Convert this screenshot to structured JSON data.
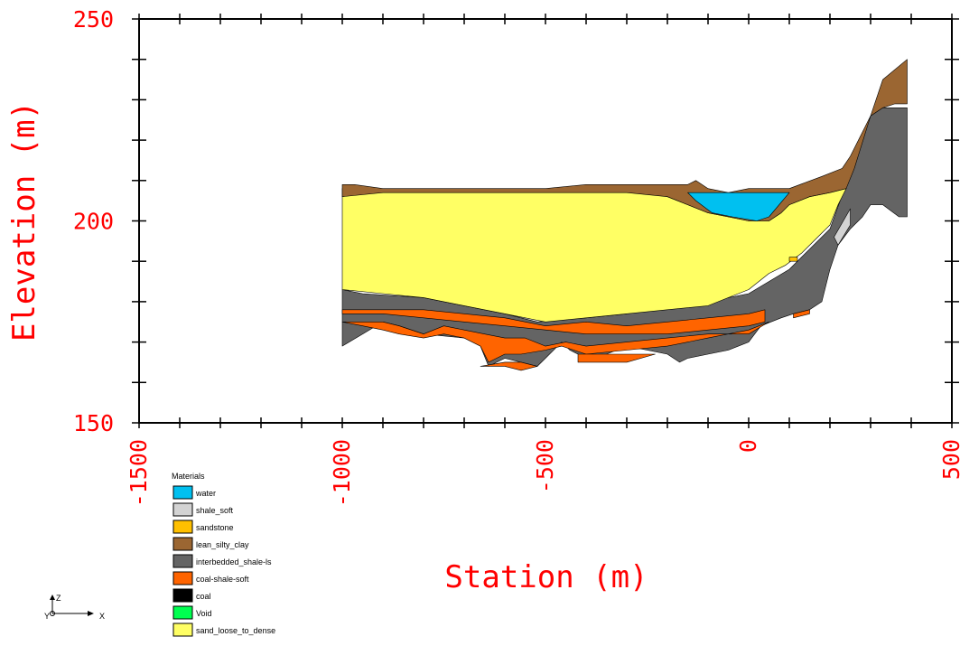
{
  "chart_data": {
    "type": "area",
    "title": "",
    "xlabel": "Station (m)",
    "ylabel": "Elevation (m)",
    "xlim": [
      -1500,
      500
    ],
    "ylim": [
      150,
      250
    ],
    "x_ticks": [
      "-1500",
      "-1000",
      "-500",
      "0",
      "500"
    ],
    "y_ticks": [
      "150",
      "200",
      "250"
    ],
    "axis_color": "#ff0000",
    "legend": {
      "title": "Materials",
      "placement": "bottom-left",
      "items": [
        {
          "name": "water",
          "color": "#00c0f0"
        },
        {
          "name": "shale_soft",
          "color": "#d3d3d3"
        },
        {
          "name": "sandstone",
          "color": "#ffc000"
        },
        {
          "name": "lean_silty_clay",
          "color": "#9b6632"
        },
        {
          "name": "interbedded_shale-ls",
          "color": "#646464"
        },
        {
          "name": "coal-shale-soft",
          "color": "#ff6400"
        },
        {
          "name": "coal",
          "color": "#000000"
        },
        {
          "name": "Void",
          "color": "#00ff50"
        },
        {
          "name": "sand_loose_to_dense",
          "color": "#ffff64"
        }
      ]
    },
    "layers": [
      {
        "material": "interbedded_shale-ls",
        "color": "#646464",
        "points": [
          [
            -1000,
            169
          ],
          [
            -1000,
            183
          ],
          [
            -950,
            182
          ],
          [
            -800,
            181
          ],
          [
            -700,
            179
          ],
          [
            -600,
            177
          ],
          [
            -520,
            175
          ],
          [
            -400,
            176
          ],
          [
            -300,
            177
          ],
          [
            -200,
            179
          ],
          [
            -100,
            180
          ],
          [
            0,
            182
          ],
          [
            100,
            188
          ],
          [
            200,
            198
          ],
          [
            250,
            212
          ],
          [
            300,
            226
          ],
          [
            330,
            228
          ],
          [
            390,
            228
          ],
          [
            390,
            201
          ],
          [
            370,
            201
          ],
          [
            330,
            204
          ],
          [
            300,
            204
          ],
          [
            280,
            201
          ],
          [
            250,
            198
          ],
          [
            220,
            194
          ],
          [
            200,
            188
          ],
          [
            180,
            180
          ],
          [
            150,
            178
          ],
          [
            110,
            177
          ],
          [
            80,
            176
          ],
          [
            30,
            174
          ],
          [
            0,
            170
          ],
          [
            -50,
            168
          ],
          [
            -100,
            167
          ],
          [
            -150,
            166
          ],
          [
            -170,
            165
          ],
          [
            -200,
            167
          ],
          [
            -250,
            168
          ],
          [
            -300,
            169
          ],
          [
            -350,
            167
          ],
          [
            -400,
            166
          ],
          [
            -440,
            168
          ],
          [
            -460,
            170
          ],
          [
            -470,
            169
          ],
          [
            -500,
            166
          ],
          [
            -520,
            164
          ],
          [
            -560,
            165
          ],
          [
            -600,
            166
          ],
          [
            -640,
            164
          ],
          [
            -660,
            169
          ],
          [
            -700,
            171
          ],
          [
            -800,
            172
          ],
          [
            -860,
            174
          ],
          [
            -900,
            175
          ],
          [
            -950,
            172
          ],
          [
            -1000,
            169
          ]
        ]
      },
      {
        "material": "sand_loose_to_dense",
        "color": "#ffff64",
        "points": [
          [
            -1000,
            183
          ],
          [
            -1000,
            208
          ],
          [
            -900,
            207
          ],
          [
            -800,
            207
          ],
          [
            -700,
            207
          ],
          [
            -600,
            207
          ],
          [
            -500,
            207
          ],
          [
            -400,
            207
          ],
          [
            -300,
            207
          ],
          [
            -250,
            207
          ],
          [
            -200,
            206
          ],
          [
            -150,
            204
          ],
          [
            -100,
            202
          ],
          [
            -50,
            201
          ],
          [
            0,
            200
          ],
          [
            50,
            200
          ],
          [
            80,
            202
          ],
          [
            100,
            204
          ],
          [
            150,
            206
          ],
          [
            200,
            207
          ],
          [
            240,
            208
          ],
          [
            220,
            204
          ],
          [
            200,
            199
          ],
          [
            170,
            196
          ],
          [
            130,
            192
          ],
          [
            90,
            189
          ],
          [
            50,
            187
          ],
          [
            0,
            183
          ],
          [
            -50,
            181
          ],
          [
            -100,
            179
          ],
          [
            -200,
            178
          ],
          [
            -300,
            177
          ],
          [
            -400,
            176
          ],
          [
            -500,
            175
          ],
          [
            -600,
            177
          ],
          [
            -700,
            179
          ],
          [
            -800,
            181
          ],
          [
            -900,
            182
          ],
          [
            -1000,
            183
          ]
        ]
      },
      {
        "material": "lean_silty_clay",
        "color": "#9b6632",
        "points": [
          [
            -1000,
            206
          ],
          [
            -1000,
            209
          ],
          [
            -970,
            209
          ],
          [
            -900,
            208
          ],
          [
            -800,
            208
          ],
          [
            -700,
            208
          ],
          [
            -600,
            208
          ],
          [
            -500,
            208
          ],
          [
            -400,
            209
          ],
          [
            -300,
            209
          ],
          [
            -200,
            209
          ],
          [
            -150,
            209
          ],
          [
            -130,
            210
          ],
          [
            -100,
            208
          ],
          [
            -50,
            207
          ],
          [
            0,
            208
          ],
          [
            50,
            208
          ],
          [
            100,
            208
          ],
          [
            180,
            211
          ],
          [
            230,
            213
          ],
          [
            250,
            216
          ],
          [
            300,
            226
          ],
          [
            330,
            235
          ],
          [
            390,
            240
          ],
          [
            390,
            229
          ],
          [
            360,
            229
          ],
          [
            330,
            228
          ],
          [
            300,
            226
          ],
          [
            260,
            213
          ],
          [
            240,
            208
          ],
          [
            200,
            207
          ],
          [
            150,
            206
          ],
          [
            100,
            204
          ],
          [
            80,
            202
          ],
          [
            50,
            200
          ],
          [
            0,
            200
          ],
          [
            -50,
            201
          ],
          [
            -100,
            202
          ],
          [
            -150,
            204
          ],
          [
            -200,
            206
          ],
          [
            -300,
            207
          ],
          [
            -400,
            207
          ],
          [
            -500,
            207
          ],
          [
            -600,
            207
          ],
          [
            -700,
            207
          ],
          [
            -800,
            207
          ],
          [
            -900,
            207
          ],
          [
            -1000,
            206
          ]
        ]
      },
      {
        "material": "water",
        "color": "#00c0f0",
        "points": [
          [
            -150,
            207
          ],
          [
            -100,
            207
          ],
          [
            0,
            207
          ],
          [
            80,
            207
          ],
          [
            100,
            207
          ],
          [
            50,
            201
          ],
          [
            20,
            200
          ],
          [
            -40,
            201
          ],
          [
            -90,
            202
          ],
          [
            -130,
            205
          ],
          [
            -150,
            207
          ]
        ]
      },
      {
        "material": "shale_soft",
        "color": "#d3d3d3",
        "points": [
          [
            210,
            196
          ],
          [
            250,
            203
          ],
          [
            250,
            199
          ],
          [
            220,
            194
          ],
          [
            210,
            196
          ]
        ]
      },
      {
        "material": "sandstone",
        "color": "#ffc000",
        "points": [
          [
            100,
            191
          ],
          [
            120,
            191
          ],
          [
            120,
            190
          ],
          [
            100,
            190
          ],
          [
            100,
            191
          ]
        ]
      },
      {
        "material": "coal-shale-soft",
        "color": "#ff6400",
        "points": [
          [
            -1000,
            177
          ],
          [
            -1000,
            178
          ],
          [
            -900,
            178
          ],
          [
            -800,
            178
          ],
          [
            -700,
            177
          ],
          [
            -600,
            176
          ],
          [
            -500,
            174
          ],
          [
            -400,
            175
          ],
          [
            -300,
            174
          ],
          [
            -200,
            175
          ],
          [
            -100,
            176
          ],
          [
            0,
            177
          ],
          [
            40,
            178
          ],
          [
            40,
            175
          ],
          [
            0,
            174
          ],
          [
            -100,
            173
          ],
          [
            -200,
            172
          ],
          [
            -300,
            172
          ],
          [
            -400,
            172
          ],
          [
            -500,
            173
          ],
          [
            -600,
            174
          ],
          [
            -700,
            175
          ],
          [
            -800,
            176
          ],
          [
            -900,
            177
          ],
          [
            -1000,
            177
          ]
        ]
      },
      {
        "material": "coal-shale-soft",
        "color": "#ff6400",
        "points": [
          [
            -1000,
            175
          ],
          [
            -950,
            175
          ],
          [
            -900,
            175
          ],
          [
            -860,
            174
          ],
          [
            -800,
            172
          ],
          [
            -750,
            174
          ],
          [
            -700,
            173
          ],
          [
            -650,
            172
          ],
          [
            -600,
            171
          ],
          [
            -550,
            171
          ],
          [
            -500,
            169
          ],
          [
            -450,
            170
          ],
          [
            -400,
            169
          ],
          [
            -300,
            170
          ],
          [
            -200,
            171
          ],
          [
            -100,
            172
          ],
          [
            0,
            172
          ],
          [
            50,
            175
          ],
          [
            0,
            173
          ],
          [
            -100,
            171
          ],
          [
            -200,
            169
          ],
          [
            -300,
            168
          ],
          [
            -400,
            167
          ],
          [
            -460,
            169
          ],
          [
            -500,
            168
          ],
          [
            -560,
            167
          ],
          [
            -600,
            167
          ],
          [
            -640,
            165
          ],
          [
            -660,
            169
          ],
          [
            -700,
            171
          ],
          [
            -750,
            172
          ],
          [
            -800,
            171
          ],
          [
            -860,
            172
          ],
          [
            -900,
            173
          ],
          [
            -950,
            174
          ],
          [
            -1000,
            175
          ]
        ]
      },
      {
        "material": "coal-shale-soft",
        "color": "#ff6400",
        "points": [
          [
            -660,
            164
          ],
          [
            -600,
            165
          ],
          [
            -560,
            165
          ],
          [
            -520,
            164
          ],
          [
            -560,
            163
          ],
          [
            -600,
            164
          ],
          [
            -660,
            164
          ]
        ]
      },
      {
        "material": "coal-shale-soft",
        "color": "#ff6400",
        "points": [
          [
            -420,
            167
          ],
          [
            -300,
            167
          ],
          [
            -230,
            167
          ],
          [
            -300,
            165
          ],
          [
            -420,
            165
          ],
          [
            -420,
            167
          ]
        ]
      },
      {
        "material": "coal-shale-soft",
        "color": "#ff6400",
        "points": [
          [
            110,
            177
          ],
          [
            150,
            178
          ],
          [
            150,
            177
          ],
          [
            110,
            176
          ],
          [
            110,
            177
          ]
        ]
      }
    ]
  },
  "legend_title": "Materials",
  "legend_items": [
    {
      "name": "water"
    },
    {
      "name": "shale_soft"
    },
    {
      "name": "sandstone"
    },
    {
      "name": "lean_silty_clay"
    },
    {
      "name": "interbedded_shale-ls"
    },
    {
      "name": "coal-shale-soft"
    },
    {
      "name": "coal"
    },
    {
      "name": "Void"
    },
    {
      "name": "sand_loose_to_dense"
    }
  ],
  "triad": {
    "z_label": "Z",
    "y_label": "Y",
    "x_label": "X"
  }
}
